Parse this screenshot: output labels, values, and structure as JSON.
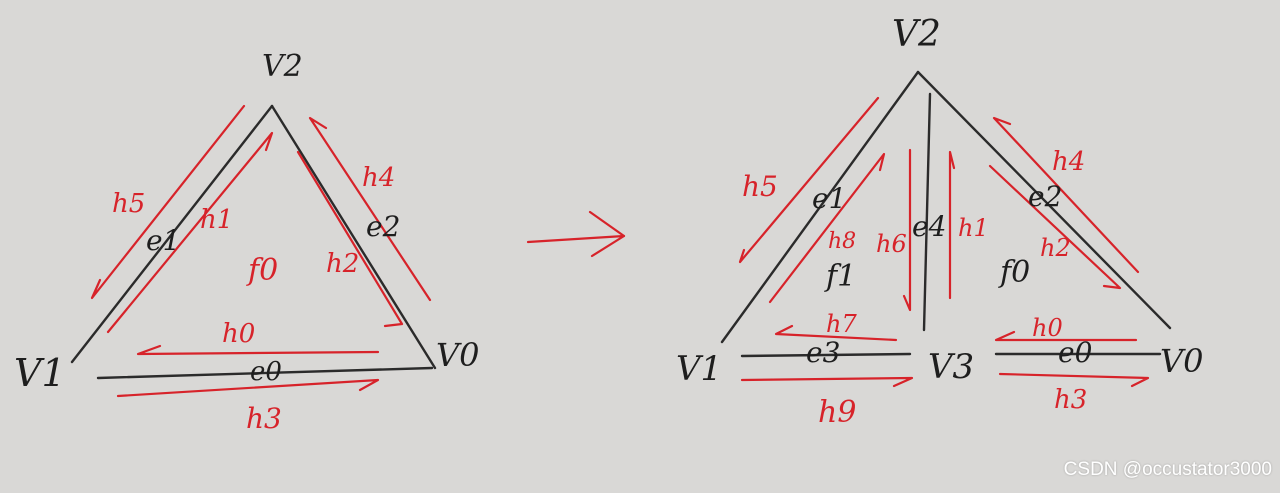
{
  "left": {
    "v2": "V2",
    "v1": "V1",
    "v0": "V0",
    "e0": "e0",
    "e1": "e1",
    "e2": "e2",
    "f0": "f0",
    "h0": "h0",
    "h1": "h1",
    "h2": "h2",
    "h3": "h3",
    "h4": "h4",
    "h5": "h5"
  },
  "right": {
    "v2": "V2",
    "v1": "V1",
    "v3": "V3",
    "v0": "V0",
    "e0": "e0",
    "e1": "e1",
    "e2": "e2",
    "e3": "e3",
    "e4": "e4",
    "f0": "f0",
    "f1": "f1",
    "h0": "h0",
    "h1": "h1",
    "h2": "h2",
    "h3": "h3",
    "h4": "h4",
    "h5": "h5",
    "h6": "h6",
    "h7": "h7",
    "h8": "h8",
    "h9": "h9"
  },
  "watermark": "CSDN @occustator3000",
  "colors": {
    "paper": "#d9d8d6",
    "ink": "#2b2b2b",
    "red_ink": "#d7232a"
  }
}
